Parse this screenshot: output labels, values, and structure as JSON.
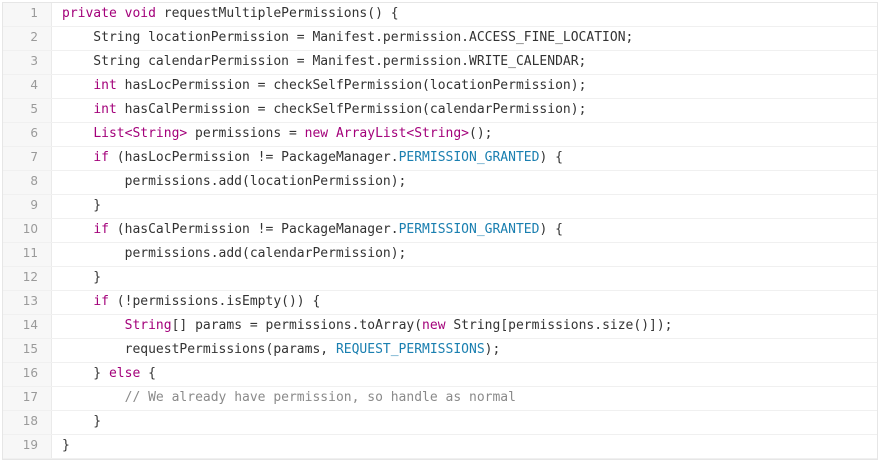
{
  "colors": {
    "keyword": "#a3007a",
    "constant": "#1a7fb0",
    "comment": "#8a8a8a",
    "text": "#333333",
    "line_number": "#9a9a9a"
  },
  "code": {
    "lines": [
      {
        "number": "1",
        "tokens": [
          {
            "t": "kw",
            "v": "private void"
          },
          {
            "t": "p",
            "v": " requestMultiplePermissions() {"
          }
        ]
      },
      {
        "number": "2",
        "tokens": [
          {
            "t": "p",
            "v": "    String locationPermission = Manifest.permission.ACCESS_FINE_LOCATION;"
          }
        ]
      },
      {
        "number": "3",
        "tokens": [
          {
            "t": "p",
            "v": "    String calendarPermission = Manifest.permission.WRITE_CALENDAR;"
          }
        ]
      },
      {
        "number": "4",
        "tokens": [
          {
            "t": "p",
            "v": "    "
          },
          {
            "t": "kw",
            "v": "int"
          },
          {
            "t": "p",
            "v": " hasLocPermission = checkSelfPermission(locationPermission);"
          }
        ]
      },
      {
        "number": "5",
        "tokens": [
          {
            "t": "p",
            "v": "    "
          },
          {
            "t": "kw",
            "v": "int"
          },
          {
            "t": "p",
            "v": " hasCalPermission = checkSelfPermission(calendarPermission);"
          }
        ]
      },
      {
        "number": "6",
        "tokens": [
          {
            "t": "p",
            "v": "    "
          },
          {
            "t": "ty",
            "v": "List<String>"
          },
          {
            "t": "p",
            "v": " permissions = "
          },
          {
            "t": "kw",
            "v": "new"
          },
          {
            "t": "p",
            "v": " "
          },
          {
            "t": "ty",
            "v": "ArrayList<String>"
          },
          {
            "t": "p",
            "v": "();"
          }
        ]
      },
      {
        "number": "7",
        "tokens": [
          {
            "t": "p",
            "v": "    "
          },
          {
            "t": "kw",
            "v": "if"
          },
          {
            "t": "p",
            "v": " (hasLocPermission != PackageManager."
          },
          {
            "t": "cn",
            "v": "PERMISSION_GRANTED"
          },
          {
            "t": "p",
            "v": ") {"
          }
        ]
      },
      {
        "number": "8",
        "tokens": [
          {
            "t": "p",
            "v": "        permissions.add(locationPermission);"
          }
        ]
      },
      {
        "number": "9",
        "tokens": [
          {
            "t": "p",
            "v": "    }"
          }
        ]
      },
      {
        "number": "10",
        "tokens": [
          {
            "t": "p",
            "v": "    "
          },
          {
            "t": "kw",
            "v": "if"
          },
          {
            "t": "p",
            "v": " (hasCalPermission != PackageManager."
          },
          {
            "t": "cn",
            "v": "PERMISSION_GRANTED"
          },
          {
            "t": "p",
            "v": ") {"
          }
        ]
      },
      {
        "number": "11",
        "tokens": [
          {
            "t": "p",
            "v": "        permissions.add(calendarPermission);"
          }
        ]
      },
      {
        "number": "12",
        "tokens": [
          {
            "t": "p",
            "v": "    }"
          }
        ]
      },
      {
        "number": "13",
        "tokens": [
          {
            "t": "p",
            "v": "    "
          },
          {
            "t": "kw",
            "v": "if"
          },
          {
            "t": "p",
            "v": " (!permissions.isEmpty()) {"
          }
        ]
      },
      {
        "number": "14",
        "tokens": [
          {
            "t": "p",
            "v": "        "
          },
          {
            "t": "ty",
            "v": "String"
          },
          {
            "t": "p",
            "v": "[] params = permissions.toArray("
          },
          {
            "t": "kw",
            "v": "new"
          },
          {
            "t": "p",
            "v": " String[permissions.size()]);"
          }
        ]
      },
      {
        "number": "15",
        "tokens": [
          {
            "t": "p",
            "v": "        requestPermissions(params, "
          },
          {
            "t": "cn",
            "v": "REQUEST_PERMISSIONS"
          },
          {
            "t": "p",
            "v": ");"
          }
        ]
      },
      {
        "number": "16",
        "tokens": [
          {
            "t": "p",
            "v": "    } "
          },
          {
            "t": "kw",
            "v": "else"
          },
          {
            "t": "p",
            "v": " {"
          }
        ]
      },
      {
        "number": "17",
        "tokens": [
          {
            "t": "p",
            "v": "        "
          },
          {
            "t": "cm",
            "v": "// We already have permission, so handle as normal"
          }
        ]
      },
      {
        "number": "18",
        "tokens": [
          {
            "t": "p",
            "v": "    }"
          }
        ]
      },
      {
        "number": "19",
        "tokens": [
          {
            "t": "p",
            "v": "}"
          }
        ]
      }
    ]
  }
}
